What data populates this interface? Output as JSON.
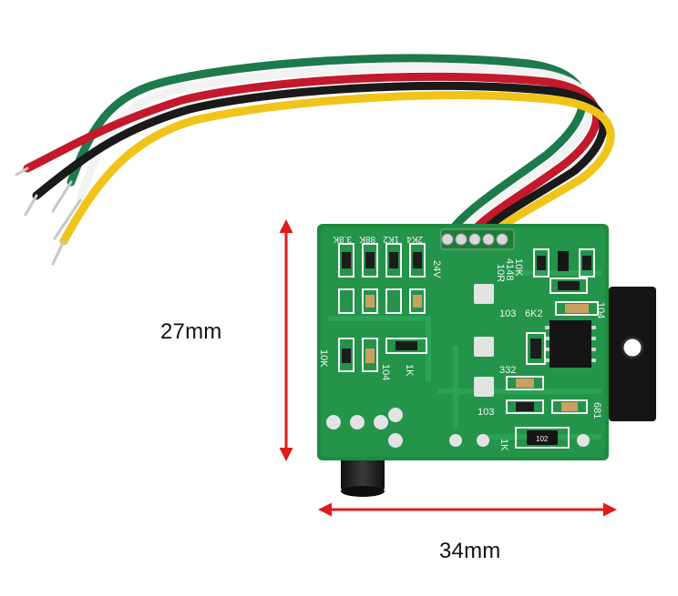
{
  "dimensions": {
    "height_label": "27mm",
    "width_label": "34mm",
    "arrow_color": "#e01b1b"
  },
  "board": {
    "pcb_color": "#1f8b3e",
    "silkscreen": {
      "top_resistors": [
        "3.8K",
        "88K",
        "1K2",
        "2K4"
      ],
      "voltage": "24V",
      "right_top": [
        "10K",
        "4148",
        "10R"
      ],
      "mid": [
        "103",
        "6K2",
        "104"
      ],
      "left": [
        "10K",
        "104",
        "1K"
      ],
      "lower": [
        "332",
        "103",
        "681",
        "1K"
      ],
      "chip_labels": [
        "102"
      ]
    },
    "wire_colors": [
      "#1d7a4c",
      "#f2f2f2",
      "#c4182b",
      "#1a1a1a",
      "#f0c419"
    ]
  },
  "icons": {
    "height_arrow": "double-arrow-vertical-icon",
    "width_arrow": "double-arrow-horizontal-icon"
  }
}
